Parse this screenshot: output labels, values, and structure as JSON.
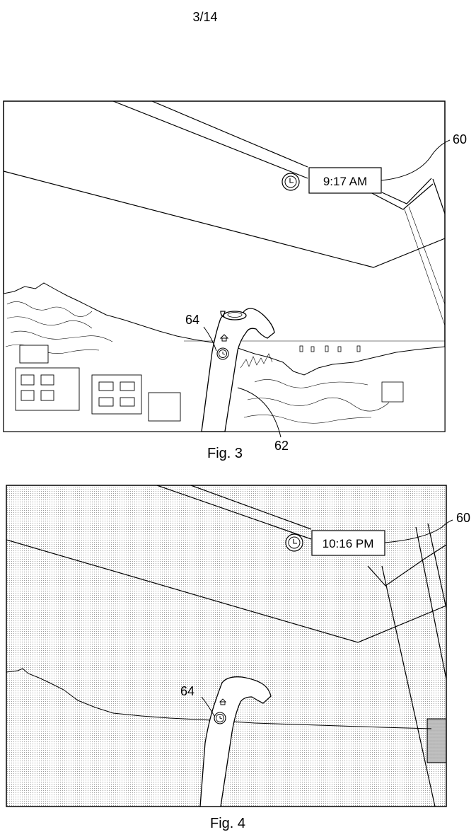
{
  "sheet_number": "3/14",
  "figures": [
    {
      "caption": "Fig. 3",
      "time_display": "9:17 AM",
      "references": {
        "display": "60",
        "controller": "62",
        "button": "64"
      },
      "icons": [
        "clock-icon",
        "home-icon"
      ]
    },
    {
      "caption": "Fig. 4",
      "time_display": "10:16 PM",
      "references": {
        "display": "60",
        "button": "64"
      },
      "icons": [
        "clock-icon",
        "home-icon"
      ]
    }
  ],
  "colors": {
    "line": "#000000",
    "background": "#ffffff",
    "dot_shading": "#9a9a9a"
  }
}
